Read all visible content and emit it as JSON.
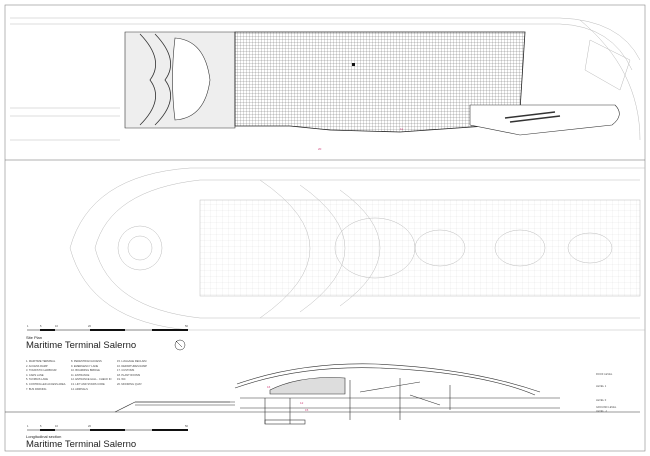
{
  "site_plan": {
    "caption": "Site Plan",
    "title": "Maritime Terminal Salerno",
    "scale_ticks": [
      "1",
      "5",
      "10",
      "20",
      "50"
    ],
    "north_icon": "north-arrow-icon"
  },
  "legend": [
    "1. MARITIME TERMINAL",
    "2. ACCESS RAMP",
    "3. TOURISTIC HARBOUR",
    "4. CARS LANE",
    "5. TAXI/BUS LANE",
    "6. CONTROLLED ACCESS AREA",
    "7. BUS PARKING",
    "8. PEDESTRIAN ACCESS",
    "9. EMERGENCY LANE",
    "10. BOARDING BRIDGE",
    "11. ENTRANCE",
    "12. ENTRANCE HALL - CHECK IN",
    "13. LIFT AND STAIRS CORE",
    "14. ARRIVALS",
    "15. LUGGAGE RECLAIM",
    "16. DEPARTURES RAMP",
    "17. CUSTOMS",
    "18. PLANT ROOMS",
    "19. WC",
    "20. MOORING QUAY"
  ],
  "section": {
    "caption": "Longitudinal section",
    "title": "Maritime Terminal Salerno",
    "scale_ticks": [
      "1",
      "5",
      "10",
      "20",
      "50"
    ],
    "levels": [
      "ROOF LEVEL",
      "LEVEL 1",
      "LEVEL 0",
      "GROUND LEVEL",
      "LEVEL -1"
    ]
  },
  "colors": {
    "line": "#333333",
    "annotation": "#d0407a",
    "hatch": "#888888"
  }
}
